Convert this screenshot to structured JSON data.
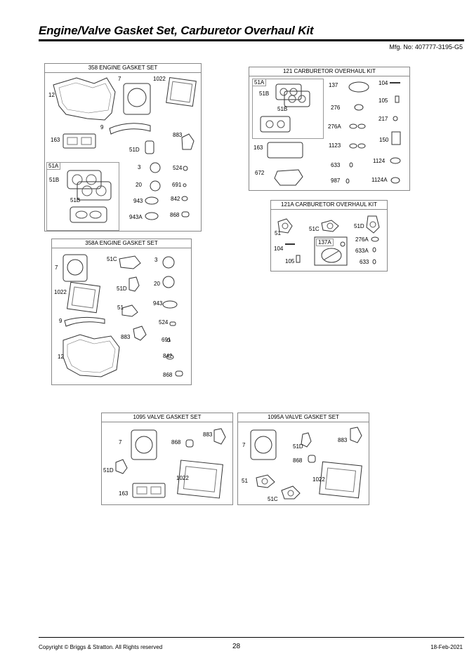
{
  "doc": {
    "title": "Engine/Valve Gasket Set, Carburetor Overhaul Kit",
    "mfg_no": "Mfg. No: 407777-3195-G5"
  },
  "panels": {
    "p358": {
      "title": "358 ENGINE GASKET SET",
      "labels": [
        "7",
        "1022",
        "12",
        "9",
        "163",
        "51D",
        "883",
        "51A",
        "51B",
        "51B",
        "3",
        "524",
        "20",
        "691",
        "943",
        "842",
        "943A",
        "868"
      ]
    },
    "p121": {
      "title": "121 CARBURETOR OVERHAUL KIT",
      "labels": [
        "51A",
        "51B",
        "51B",
        "137",
        "104",
        "105",
        "276",
        "217",
        "276A",
        "150",
        "163",
        "1123",
        "1124",
        "633",
        "672",
        "987",
        "1124A"
      ]
    },
    "p121a": {
      "title": "121A CARBURETOR OVERHAUL KIT",
      "labels": [
        "51",
        "51C",
        "51D",
        "104",
        "137A",
        "276A",
        "633A",
        "105",
        "633"
      ]
    },
    "p358a": {
      "title": "358A ENGINE GASKET SET",
      "labels": [
        "51C",
        "3",
        "7",
        "1022",
        "51D",
        "20",
        "51",
        "943",
        "9",
        "524",
        "883",
        "691",
        "12",
        "842",
        "868"
      ]
    },
    "p1095": {
      "title": "1095 VALVE GASKET SET",
      "labels": [
        "883",
        "7",
        "868",
        "51D",
        "1022",
        "163"
      ]
    },
    "p1095a": {
      "title": "1095A VALVE GASKET SET",
      "labels": [
        "883",
        "7",
        "51D",
        "868",
        "51",
        "1022",
        "51C"
      ]
    }
  },
  "footer": {
    "copyright": "Copyright ©  Briggs & Stratton. All Rights reserved",
    "page": "28",
    "date": "18-Feb-2021"
  }
}
